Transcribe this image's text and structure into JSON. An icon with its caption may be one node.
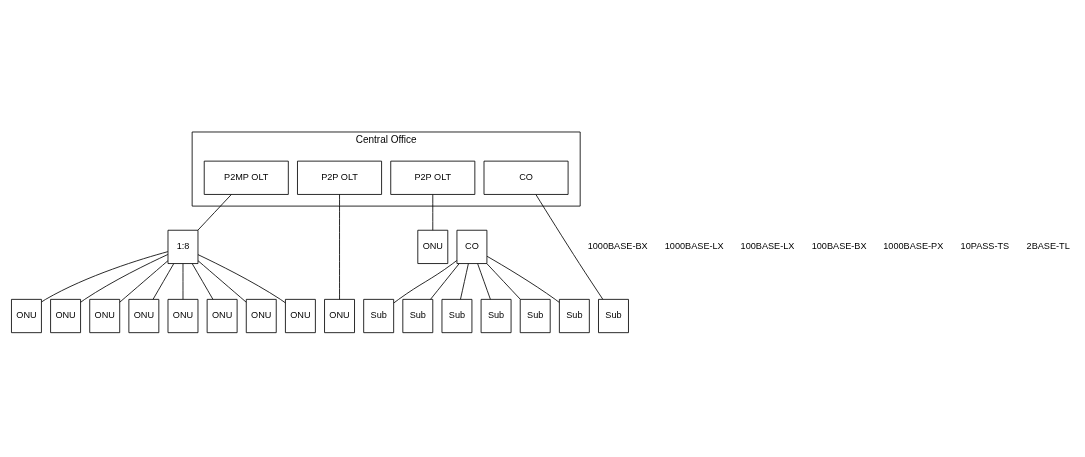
{
  "diagram": {
    "nodes": [
      {
        "text": [
          "Central Office"
        ]
      },
      {
        "text": [
          "P2MP OLT"
        ],
        "in": 0
      },
      {
        "text": [
          "P2P OLT"
        ],
        "in": 0
      },
      {
        "text": [
          "P2P OLT"
        ],
        "in": 0
      },
      {
        "text": [
          "CO"
        ],
        "in": 0
      },
      {
        "text": [
          "ONU"
        ]
      },
      {
        "text": [
          "CO"
        ]
      },
      {
        "text": [
          "1:8"
        ]
      },
      {
        "text": [
          "ONU"
        ]
      },
      {
        "text": [
          "ONU"
        ]
      },
      {
        "text": [
          "ONU"
        ]
      },
      {
        "text": [
          "ONU"
        ]
      },
      {
        "text": [
          "ONU"
        ]
      },
      {
        "text": [
          "ONU"
        ]
      },
      {
        "text": [
          "ONU"
        ]
      },
      {
        "text": [
          "ONU"
        ]
      },
      {
        "text": [
          "ONU"
        ]
      },
      {
        "text": [
          "Sub"
        ]
      },
      {
        "text": [
          "Sub"
        ]
      },
      {
        "text": [
          "Sub"
        ]
      },
      {
        "text": [
          "Sub"
        ]
      },
      {
        "text": [
          "Sub"
        ]
      },
      {
        "text": [
          "Sub"
        ]
      },
      {
        "text": [
          "Sub"
        ]
      }
    ],
    "edges": [
      {
        "from": 1,
        "to": 7,
        "arrow": "none"
      },
      {
        "from": 2,
        "to": 16,
        "arrow": "none"
      },
      {
        "from": 3,
        "to": 5,
        "arrow": "none"
      },
      {
        "from": 4,
        "to": 23,
        "arrow": "none"
      },
      {
        "from": 7,
        "to": 8,
        "arrow": "none"
      },
      {
        "from": 7,
        "to": 9,
        "arrow": "none"
      },
      {
        "from": 7,
        "to": 10,
        "arrow": "none"
      },
      {
        "from": 7,
        "to": 11,
        "arrow": "none"
      },
      {
        "from": 7,
        "to": 12,
        "arrow": "none"
      },
      {
        "from": 7,
        "to": 13,
        "arrow": "none"
      },
      {
        "from": 7,
        "to": 14,
        "arrow": "none"
      },
      {
        "from": 7,
        "to": 15,
        "arrow": "none"
      },
      {
        "from": 6,
        "to": 17,
        "arrow": "none"
      },
      {
        "from": 6,
        "to": 18,
        "arrow": "none"
      },
      {
        "from": 6,
        "to": 19,
        "arrow": "none"
      },
      {
        "from": 6,
        "to": 20,
        "arrow": "none"
      },
      {
        "from": 6,
        "to": 21,
        "arrow": "none"
      },
      {
        "from": 6,
        "to": 22,
        "arrow": "none"
      }
    ],
    "labels": [
      "1000BASE-BX",
      "1000BASE-LX",
      "100BASE-LX",
      "100BASE-BX",
      "1000BASE-PX",
      "10PASS-TS",
      "2BASE-TL"
    ]
  }
}
